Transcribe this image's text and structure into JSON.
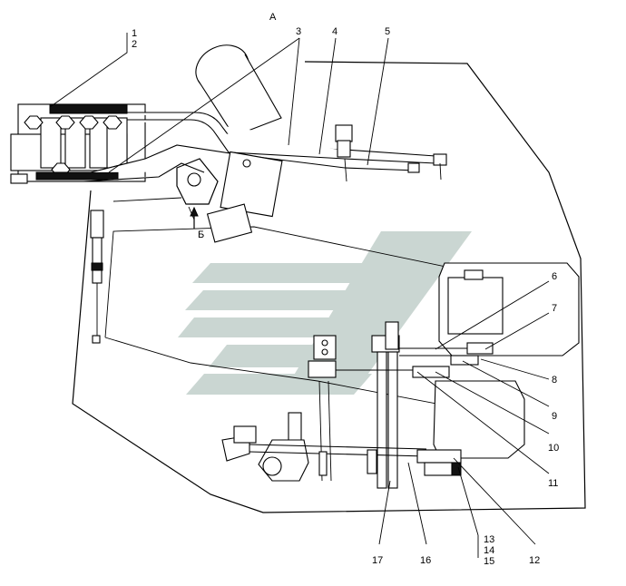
{
  "diagram": {
    "view_label": "А",
    "arrow_label": "Б",
    "callouts": [
      "1",
      "2",
      "3",
      "4",
      "5",
      "6",
      "7",
      "8",
      "9",
      "10",
      "11",
      "12",
      "13",
      "14",
      "15",
      "16",
      "17"
    ]
  },
  "colors": {
    "line": "#000000",
    "watermark": "#b9c9c3",
    "background": "#ffffff"
  }
}
